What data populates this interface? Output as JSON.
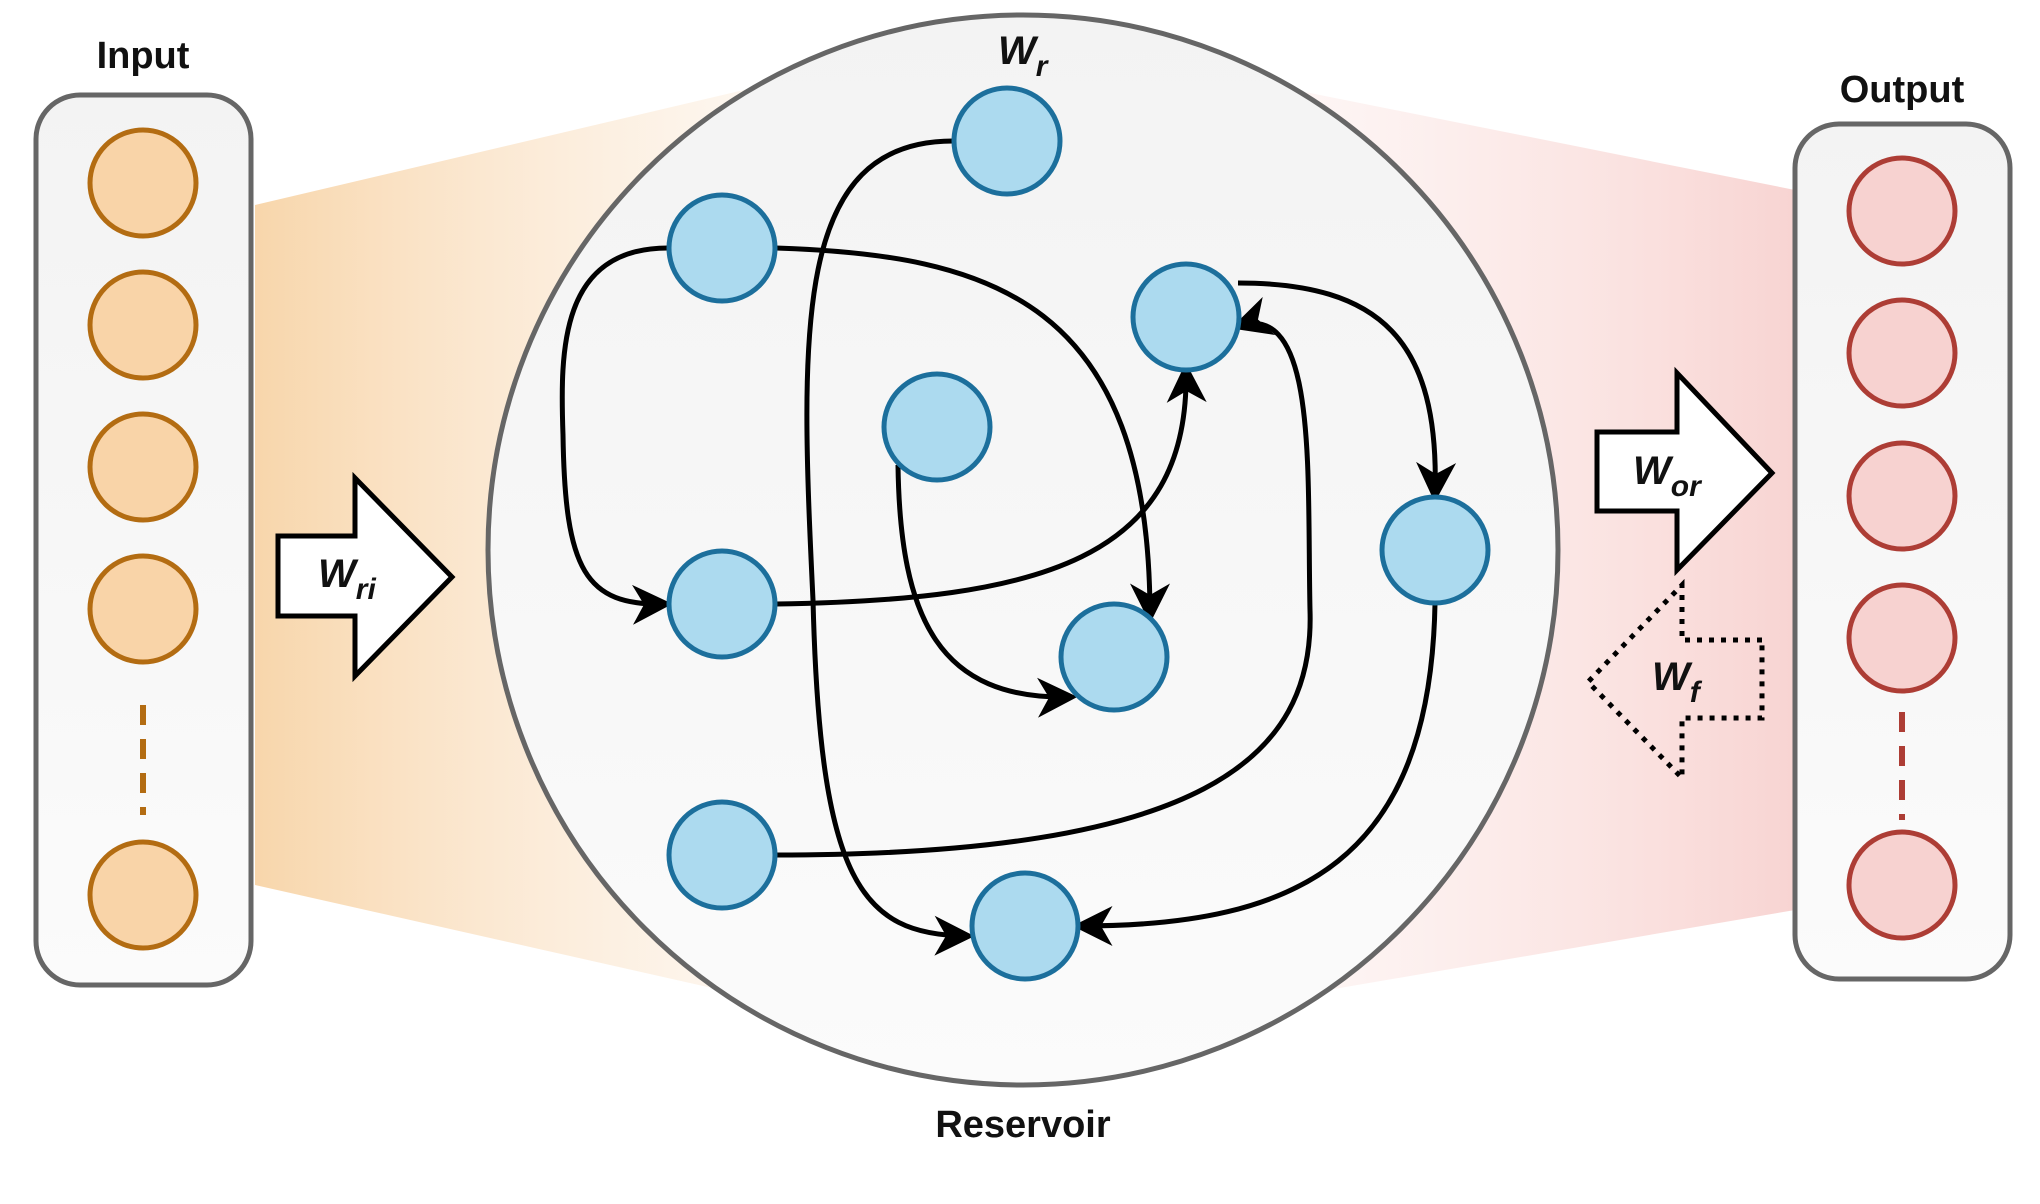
{
  "labels": {
    "input": "Input",
    "output": "Output",
    "reservoir": "Reservoir"
  },
  "weights": {
    "recurrent": {
      "base": "W",
      "sub": "r"
    },
    "input_to_reservoir": {
      "base": "W",
      "sub": "ri"
    },
    "reservoir_to_output": {
      "base": "W",
      "sub": "or"
    },
    "feedback": {
      "base": "W",
      "sub": "f"
    }
  },
  "layers": {
    "input": {
      "visible_nodes": 5,
      "has_ellipsis": true
    },
    "output": {
      "visible_nodes": 5,
      "has_ellipsis": true
    },
    "reservoir": {
      "node_count": 9
    }
  },
  "connections": [
    {
      "from": "reservoir-node-top",
      "to": "reservoir-node-bottom"
    },
    {
      "from": "reservoir-node-upper-left",
      "to": "reservoir-node-mid-left"
    },
    {
      "from": "reservoir-node-upper-left",
      "to": "reservoir-node-lower-center"
    },
    {
      "from": "reservoir-node-mid-left",
      "to": "reservoir-node-upper-right"
    },
    {
      "from": "reservoir-node-center",
      "to": "reservoir-node-lower-center"
    },
    {
      "from": "reservoir-node-upper-right",
      "to": "reservoir-node-right"
    },
    {
      "from": "reservoir-node-right",
      "to": "reservoir-node-bottom"
    },
    {
      "from": "reservoir-node-lower-left",
      "to": "reservoir-node-upper-right"
    }
  ],
  "colors": {
    "input_node_fill": "#f9d4a8",
    "input_node_stroke": "#b36c12",
    "reservoir_node_fill": "#acdaef",
    "reservoir_node_stroke": "#1c6f9c",
    "output_node_fill": "#f7d2d0",
    "output_node_stroke": "#ad3d35",
    "panel_stroke": "#666666",
    "panel_fill": "#f4f4f4"
  }
}
